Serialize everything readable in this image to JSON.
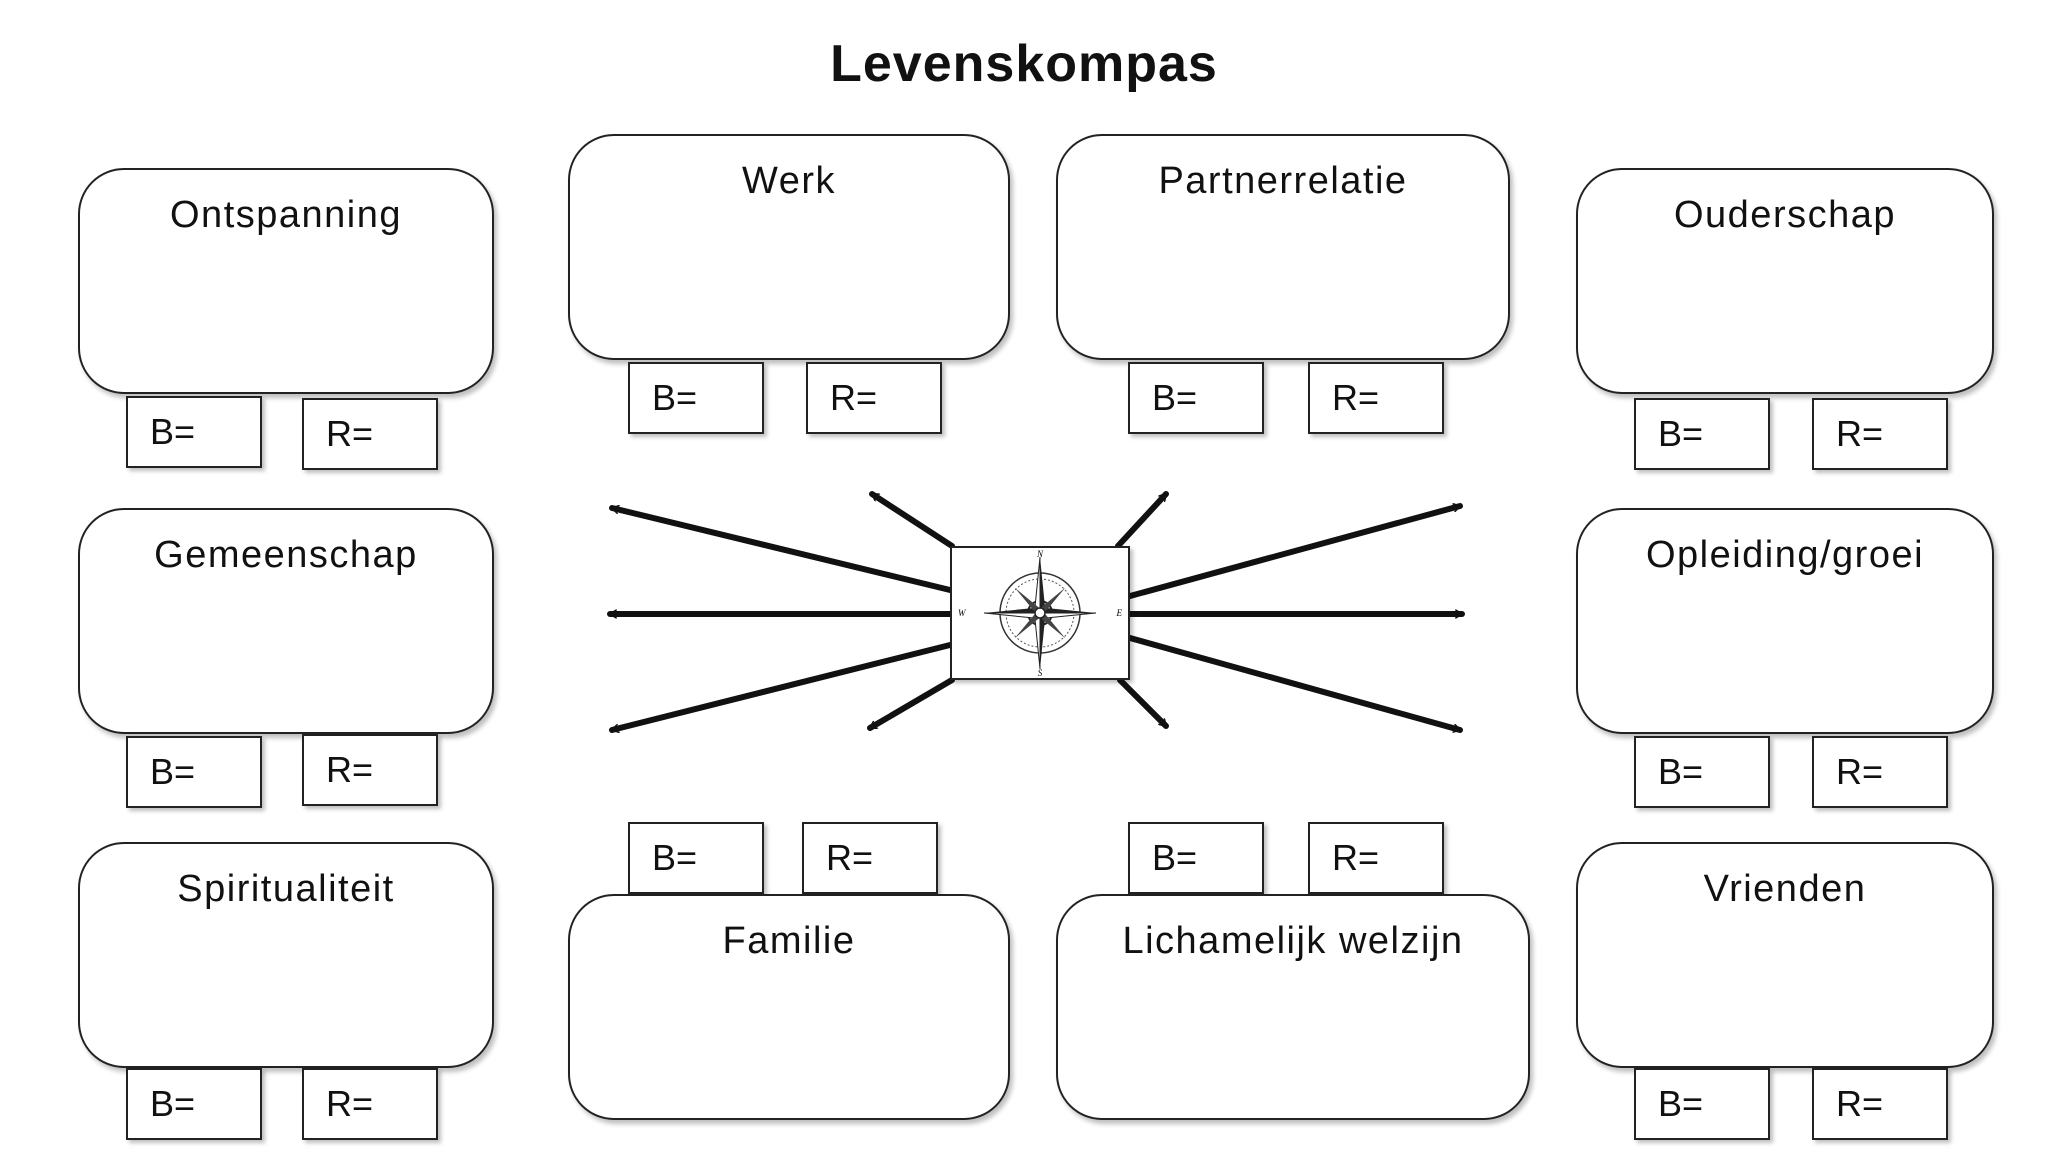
{
  "title": "Levenskompas",
  "domains": [
    {
      "id": "ontspanning",
      "label": "Ontspanning",
      "b_label": "B=",
      "r_label": "R="
    },
    {
      "id": "werk",
      "label": "Werk",
      "b_label": "B=",
      "r_label": "R="
    },
    {
      "id": "partnerrelatie",
      "label": "Partnerrelatie",
      "b_label": "B=",
      "r_label": "R="
    },
    {
      "id": "ouderschap",
      "label": "Ouderschap",
      "b_label": "B=",
      "r_label": "R="
    },
    {
      "id": "gemeenschap",
      "label": "Gemeenschap",
      "b_label": "B=",
      "r_label": "R="
    },
    {
      "id": "opleiding",
      "label": "Opleiding/groei",
      "b_label": "B=",
      "r_label": "R="
    },
    {
      "id": "spiritualiteit",
      "label": "Spiritualiteit",
      "b_label": "B=",
      "r_label": "R="
    },
    {
      "id": "familie",
      "label": "Familie",
      "b_label": "B=",
      "r_label": "R="
    },
    {
      "id": "lichamelijk",
      "label": "Lichamelijk welzijn",
      "b_label": "B=",
      "r_label": "R="
    },
    {
      "id": "vrienden",
      "label": "Vrienden",
      "b_label": "B=",
      "r_label": "R="
    }
  ],
  "compass": {
    "icon": "compass-rose-icon",
    "north": "N",
    "east": "E",
    "south": "S",
    "west": "W",
    "arrow_color": "#111111"
  }
}
